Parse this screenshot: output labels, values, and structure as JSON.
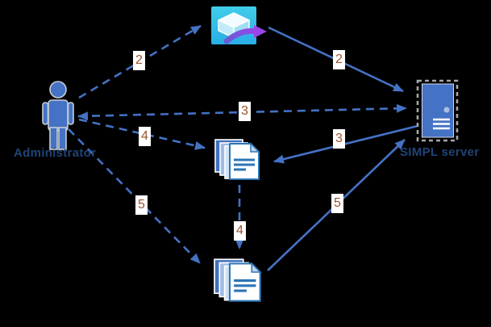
{
  "diagram": {
    "type": "flow",
    "background_color": "#000000",
    "arrow_color": "#4472C4",
    "step_label_color": "#A0522D",
    "node_label_color": "#1F4577",
    "nodes": [
      {
        "id": "administrator",
        "label": "Administrator",
        "icon": "person-icon"
      },
      {
        "id": "deployment-package",
        "label": "",
        "icon": "cube-deploy-icon"
      },
      {
        "id": "simpl-server",
        "label": "SIMPL server",
        "icon": "server-icon"
      },
      {
        "id": "documents",
        "label": "",
        "icon": "documents-stack-icon"
      },
      {
        "id": "documents-copy",
        "label": "",
        "icon": "documents-stack-icon"
      }
    ],
    "edges": [
      {
        "label": "2",
        "from": "administrator",
        "to": "deployment-package",
        "style": "dashed"
      },
      {
        "label": "2",
        "from": "deployment-package",
        "to": "simpl-server",
        "style": "solid"
      },
      {
        "label": "3",
        "from": "administrator",
        "to": "simpl-server",
        "style": "dashed",
        "bidirectional": true
      },
      {
        "label": "3",
        "from": "simpl-server",
        "to": "documents",
        "style": "solid"
      },
      {
        "label": "4",
        "from": "administrator",
        "to": "documents",
        "style": "dashed"
      },
      {
        "label": "4",
        "from": "documents",
        "to": "documents-copy",
        "style": "dashed"
      },
      {
        "label": "5",
        "from": "administrator",
        "to": "documents-copy",
        "style": "dashed"
      },
      {
        "label": "5",
        "from": "documents-copy",
        "to": "simpl-server",
        "style": "solid"
      }
    ]
  }
}
